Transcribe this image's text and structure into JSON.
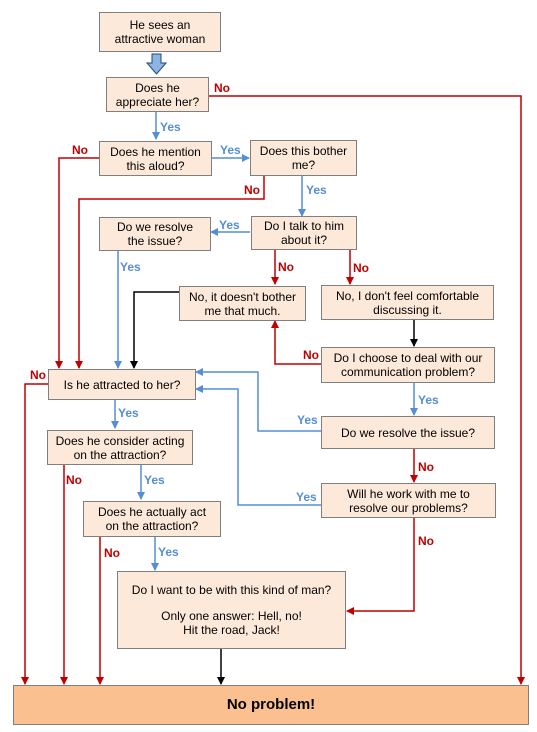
{
  "nodes": {
    "sees": "He sees an\nattractive woman",
    "appreciate": "Does he\nappreciate her?",
    "mention": "Does he mention\nthis aloud?",
    "bother": "Does this bother\nme?",
    "talk": "Do I talk to him\nabout it?",
    "resolve1": "Do we resolve\nthe issue?",
    "not_bother": "No, it doesn't bother\nme that much.",
    "not_comfortable": "No, I don't feel comfortable\ndiscussing it.",
    "deal": "Do I choose to deal with our\ncommunication problem?",
    "attracted": "Is he attracted to her?",
    "resolve2": "Do we resolve the issue?",
    "consider": "Does he consider acting\non the attraction?",
    "work": "Will he work with me to\nresolve our problems?",
    "act": "Does he actually act\non the attraction?",
    "want_q": "Do I want to be with this kind of man?",
    "want_a": "Only one answer:  Hell, no!\nHit the road, Jack!",
    "final": "No problem!"
  },
  "labels": {
    "yes": "Yes",
    "no": "No"
  },
  "colors": {
    "box_fill": "#fde9d9",
    "final_fill": "#fac090",
    "yes": "#558ed5",
    "no": "#c00000",
    "neutral": "#000000"
  }
}
